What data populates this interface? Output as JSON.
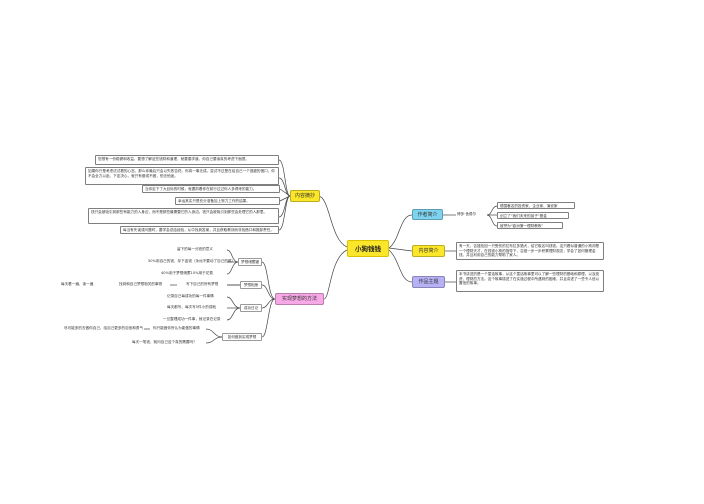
{
  "central": "小狗钱钱",
  "branches": {
    "author": {
      "label": "作者简介",
      "sub": "博多·舍费尔",
      "items": [
        "德国著名的投资家、企业家、演说家",
        "创立了“我们未来的孩子”基金",
        "被誉为“欧洲第一理财教练”"
      ]
    },
    "summary": {
      "label": "内容简介",
      "text": "有一天，吉娅捡回一只受伤的拉布拉多猎犬，给它取名叫钱钱。这只看似普通的小狗却是一个理财天才，在钱钱小狗的指导下，吉娅一步一步积累理财观念，学会了如何管理金钱，并且利用自己的能力帮助了家人。"
    },
    "theme": {
      "label": "作品主题",
      "text": "本书讲述的是一个童话故事，从这个童话故事里可以了解一些理财的基础和原理。以及投资、理财的方法。这个故事描述了在实施过程中所遇到的困难，并且讲述了一些令人信以置信的故事。"
    },
    "excerpts": {
      "label": "内容摘抄",
      "items": [
        "您想有一份稳健和收益，要想了解这些钱财和道理，就要善学道、你自己要读真的考虑下面提。",
        "如果你只是考虑试试看的心态，那么你最后只会以失败告终。你将一事无成。尝试不过是在给自己一个逃避的借口，你不会全力以赴。下定决心，就只有做或不做，别无他途。",
        "当你定下了大目标的时候，就要抓着你在前行过过你人多得来的能力。",
        "幸运其实只是充分准备加上努力工作的结果。",
        "钱只会被吸引到那些有能力的人身边，而不是那些最需要它的人身边。钱只会被吸引到那些会处理它的人那里。",
        "每当有失误或问题时，要学会总结经验，从中找到答案，并且获取教训而非找借口和推卸责任。"
      ]
    },
    "methods": {
      "label": "实现梦想的方法",
      "groups": [
        {
          "label": "梦想储蓄罐",
          "items": [
            "留下的每一分钱的意义",
            "50%用自己的钱、存下金钱（永远不要动了自己的鹅）",
            "40%用于梦想储蓄10%用于花费"
          ]
        },
        {
          "label": "梦想相册",
          "lead": "每天看一遍、读一遍",
          "items": [
            "找到和自己梦想相关的事物",
            "写下自己的所有梦想"
          ]
        },
        {
          "label": "成功日记",
          "items": [
            "记录自己每成功的每一件事情",
            "每天都写、每次写5件小的成就",
            "一旦整理成功一件事，就记录在记录"
          ]
        },
        {
          "label": "如何做到实现梦想",
          "items": [
            "你只能做你所认为能做的事情",
            "每天一笔钱、就问自己这个真的需要吗？"
          ],
          "lead": "尽可能多的去做你自己，给自己更多的自信和勇气"
        }
      ]
    }
  },
  "colors": {
    "central": "#fbe62a",
    "author": "#7ed3f0",
    "summary": "#fbe62a",
    "theme": "#b7b2f5",
    "excerpts": "#fbe62a",
    "methods": "#f6a9e6",
    "line": "#444444"
  }
}
